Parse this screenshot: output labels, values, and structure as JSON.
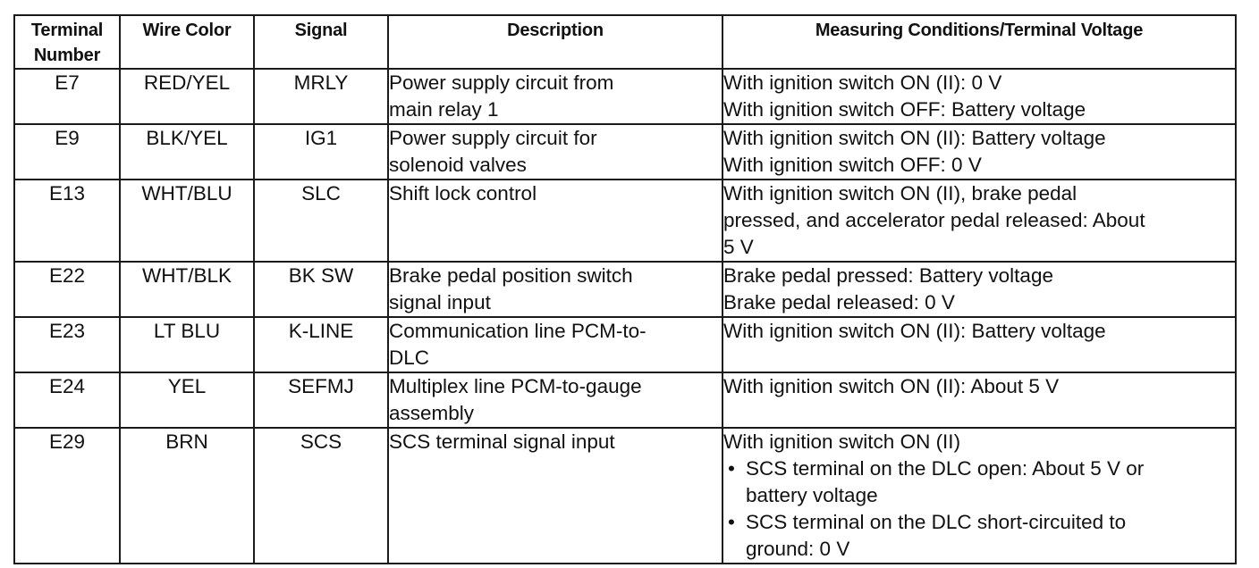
{
  "headers": {
    "terminal_line1": "Terminal",
    "terminal_line2": "Number",
    "wire_color": "Wire Color",
    "signal": "Signal",
    "description": "Description",
    "measuring": "Measuring Conditions/Terminal Voltage"
  },
  "rows": [
    {
      "terminal": "E7",
      "wire": "RED/YEL",
      "signal": "MRLY",
      "desc": [
        "Power supply circuit from",
        "main relay 1"
      ],
      "meas": [
        "With ignition switch ON (II): 0 V",
        "With ignition switch OFF: Battery voltage"
      ]
    },
    {
      "terminal": "E9",
      "wire": "BLK/YEL",
      "signal": "IG1",
      "desc": [
        "Power supply circuit for",
        "solenoid valves"
      ],
      "meas": [
        "With ignition switch ON (II): Battery voltage",
        "With ignition switch OFF: 0 V"
      ]
    },
    {
      "terminal": "E13",
      "wire": "WHT/BLU",
      "signal": "SLC",
      "desc": [
        "Shift lock control"
      ],
      "meas": [
        "With ignition switch ON (II), brake pedal",
        "pressed, and accelerator pedal released: About",
        "5 V"
      ]
    },
    {
      "terminal": "E22",
      "wire": "WHT/BLK",
      "signal": "BK SW",
      "desc": [
        "Brake pedal position switch",
        "signal input"
      ],
      "meas": [
        "Brake pedal pressed: Battery voltage",
        "Brake pedal released: 0 V"
      ]
    },
    {
      "terminal": "E23",
      "wire": "LT BLU",
      "signal": "K-LINE",
      "desc": [
        "Communication line PCM-to-",
        "DLC"
      ],
      "meas": [
        "With ignition switch ON (II): Battery voltage"
      ]
    },
    {
      "terminal": "E24",
      "wire": "YEL",
      "signal": "SEFMJ",
      "desc": [
        "Multiplex line PCM-to-gauge",
        "assembly"
      ],
      "meas": [
        "With ignition switch ON (II): About 5 V"
      ]
    },
    {
      "terminal": "E29",
      "wire": "BRN",
      "signal": "SCS",
      "desc": [
        "SCS terminal signal input"
      ],
      "meas_intro": "With ignition switch ON (II)",
      "bullet_char": "•",
      "bullets": [
        [
          "SCS terminal on the DLC open: About 5 V or",
          "battery voltage"
        ],
        [
          "SCS terminal on the DLC short-circuited to",
          "ground: 0 V"
        ]
      ]
    }
  ]
}
